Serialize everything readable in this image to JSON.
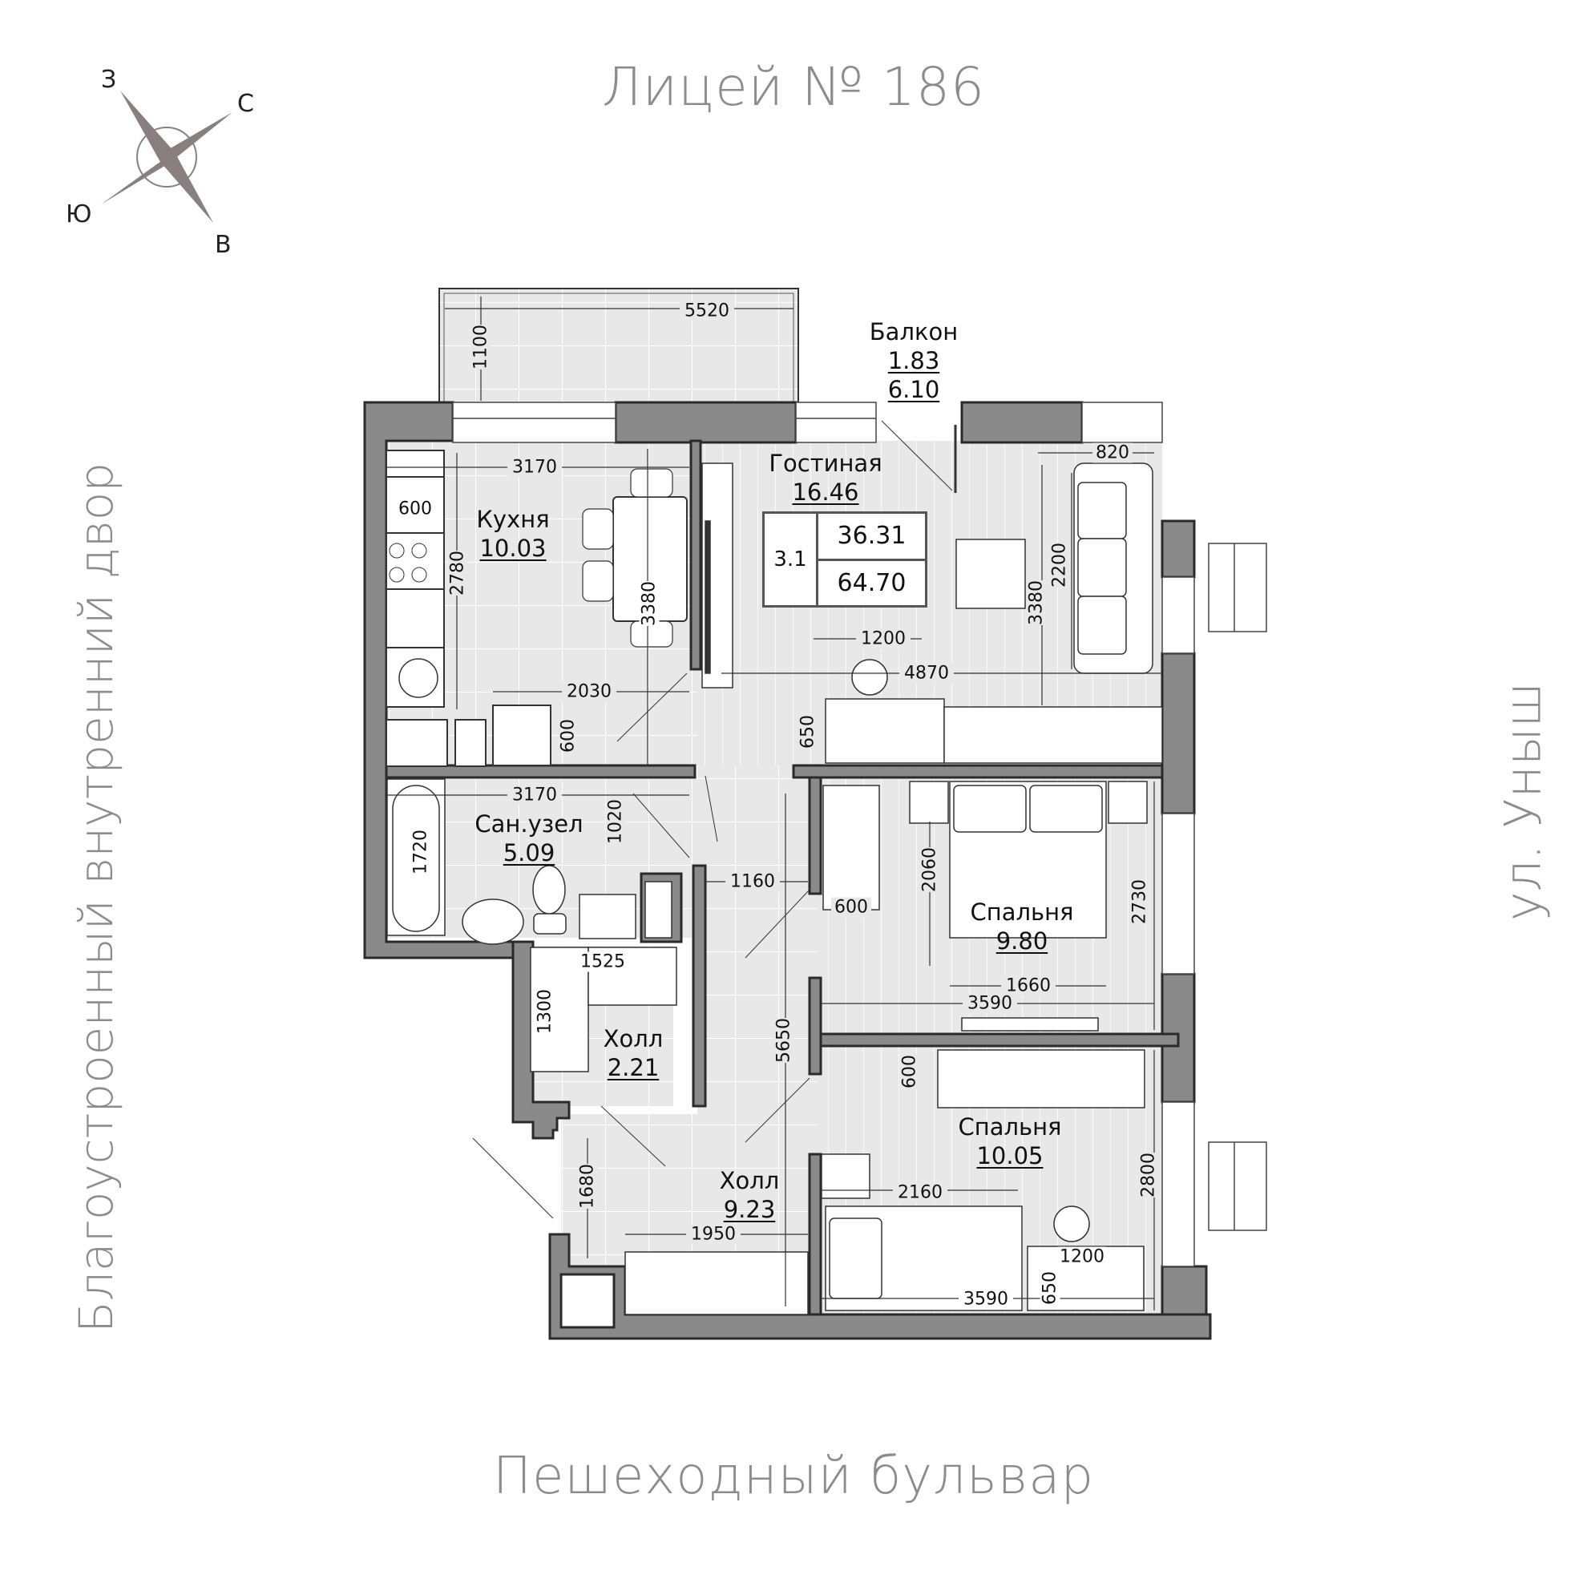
{
  "surroundings": {
    "top": "Лицей № 186",
    "bottom": "Пешеходный бульвар",
    "left": "Благоустроенный внутренний двор",
    "right": "ул. Уныш"
  },
  "compass": {
    "icon": "compass-rose-icon",
    "west": "З",
    "north": "С",
    "south": "Ю",
    "east": "В",
    "color": "#8a7f80"
  },
  "apartment": {
    "number": "3.1",
    "living_area": "36.31",
    "total_area": "64.70"
  },
  "rooms": [
    {
      "name": "Балкон",
      "area": "1.83",
      "area2": "6.10"
    },
    {
      "name": "Гостиная",
      "area": "16.46"
    },
    {
      "name": "Кухня",
      "area": "10.03"
    },
    {
      "name": "Сан.узел",
      "area": "5.09"
    },
    {
      "name": "Холл",
      "area": "2.21"
    },
    {
      "name": "Холл",
      "area": "9.23"
    },
    {
      "name": "Спальня",
      "area": "9.80"
    },
    {
      "name": "Спальня",
      "area": "10.05"
    }
  ],
  "dimensions": {
    "balcony_length": "5520",
    "balcony_depth": "1100",
    "kitchen_width": "3170",
    "kitchen_counter": "600",
    "kitchen_height": "2780",
    "kitchen_table_line": "3380",
    "kitchen_bottom": "2030",
    "kitchen_bottom_counter": "600",
    "living_sofa_depth": "820",
    "living_sofa_length": "2200",
    "living_height": "3380",
    "living_desk": "1200",
    "living_width": "4870",
    "living_desk_depth": "650",
    "bath_width": "3170",
    "bath_tub": "1720",
    "bath_door": "1020",
    "hall_width": "1160",
    "hall_length": "5650",
    "closet_width": "1525",
    "closet_depth": "1300",
    "hall_lower": "1680",
    "hall_wardrobe": "1950",
    "bed1_wardrobe": "600",
    "bed1_bed_length": "2060",
    "bed1_height": "2730",
    "bed1_bed_width": "1660",
    "bed1_width": "3590",
    "bed2_wardrobe": "600",
    "bed2_height": "2800",
    "bed2_bed": "2160",
    "bed2_desk": "1200",
    "bed2_desk_depth": "650",
    "bed2_width": "3590"
  },
  "colors": {
    "wall": "#8a8a8a",
    "wall_stroke": "#2a2a2a",
    "floor": "#e8e8e8",
    "furniture": "#ffffff",
    "label_gray": "#8c8c8c"
  }
}
